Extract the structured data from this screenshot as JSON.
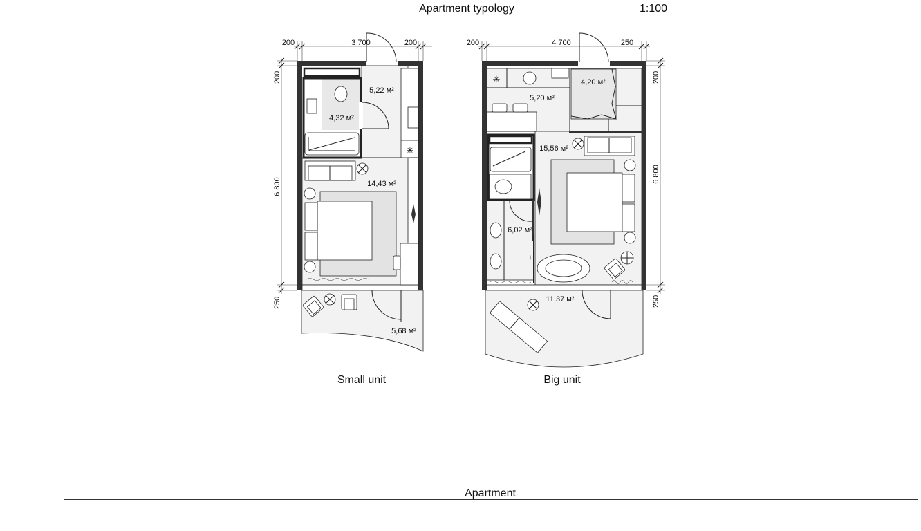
{
  "header": {
    "title": "Apartment typology",
    "scale": "1:100"
  },
  "small_unit": {
    "label": "Small unit",
    "dimensions": {
      "top_left": "200",
      "top_width": "3 700",
      "top_right": "200",
      "side_top": "200",
      "side_length": "6 800",
      "side_bottom": "250"
    },
    "areas": {
      "hall": "5,22 м²",
      "bathroom": "4,32 м²",
      "room": "14,43 м²",
      "balcony": "5,68 м²"
    }
  },
  "big_unit": {
    "label": "Big unit",
    "dimensions": {
      "top_left": "200",
      "top_width": "4 700",
      "top_right": "250",
      "side_top": "200",
      "side_length": "6 800",
      "side_bottom": "250"
    },
    "areas": {
      "kitchen": "5,20 м²",
      "wardrobe": "4,20 м²",
      "room": "15,56 м²",
      "bathroom": "6,02 м²",
      "balcony": "11,37 м²"
    }
  },
  "footer": {
    "label": "Apartment"
  }
}
